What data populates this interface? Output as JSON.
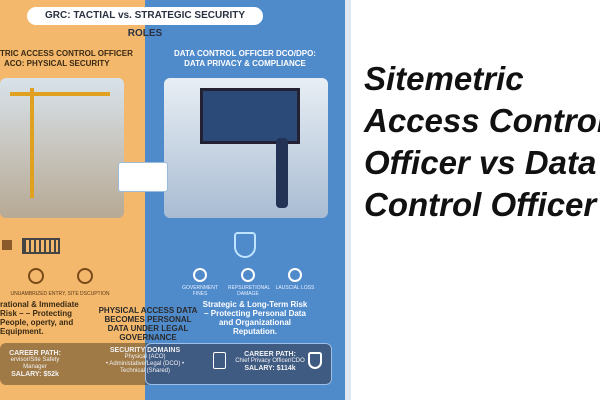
{
  "infographic": {
    "banner": "GRC: TACTIAL vs. STRATEGIC SECURITY ROLES",
    "left_heading_1": "TRIC ACCESS CONTROL OFFICER",
    "left_heading_2": "ACO: PHYSICAL SECURITY",
    "right_heading_1": "DATA CONTROL OFFICER DCO/DPO:",
    "right_heading_2": "DATA PRIVACY & COMPLIANCE",
    "left_threats": "UNUAMBRIZED ENTRY, SITE DSCUPTION",
    "left_risk": "rational & Immediate Risk – – Protecting People, operty, and Equipment.",
    "center_note": "PHYSICAL ACCESS DATA BECOMES PERSONAL DATA UNDER LEGAL GOVERNANCE",
    "right_icons": [
      "GOVERNMENT FINES",
      "REPSURETIONAL DAMAGE",
      "LAUSCIAL LOSS"
    ],
    "right_risk": "Strategic & Long-Term Risk – Protecting Personal Data and Organizational Reputation.",
    "left_career_label": "CAREER PATH:",
    "left_career": "ervisor/Site Safety Manager",
    "left_salary": "SALARY: $52k",
    "domains_label": "SECURITY DOMAINS",
    "domains": [
      "Physical (ACO)",
      "• Administative/Legal (DCO) •",
      "Technical (Shared)"
    ],
    "right_career_label": "CAREER PATH:",
    "right_career": "Chief Privacy Officer/CDO",
    "right_salary": "SALARY: $114k",
    "colors": {
      "left": "#f4b86c",
      "right": "#4f8acb"
    }
  },
  "title_lines": [
    "Sitemetric",
    "Access Control",
    "Officer vs Data",
    "Control Officer"
  ]
}
